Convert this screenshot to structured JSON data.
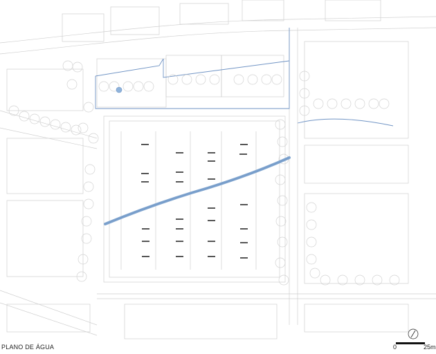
{
  "caption": "PLANO DE ÁGUA",
  "scale_bar": {
    "start_label": "0",
    "end_label": "25m"
  },
  "icons": {
    "north_arrow": "north-arrow-icon"
  },
  "colors": {
    "water_channel": "#7fa4cf",
    "water_outline": "#6f93c4",
    "linework": "#c9c9c9",
    "building_fill": "#ffffff",
    "bench_marks": "#555555"
  }
}
